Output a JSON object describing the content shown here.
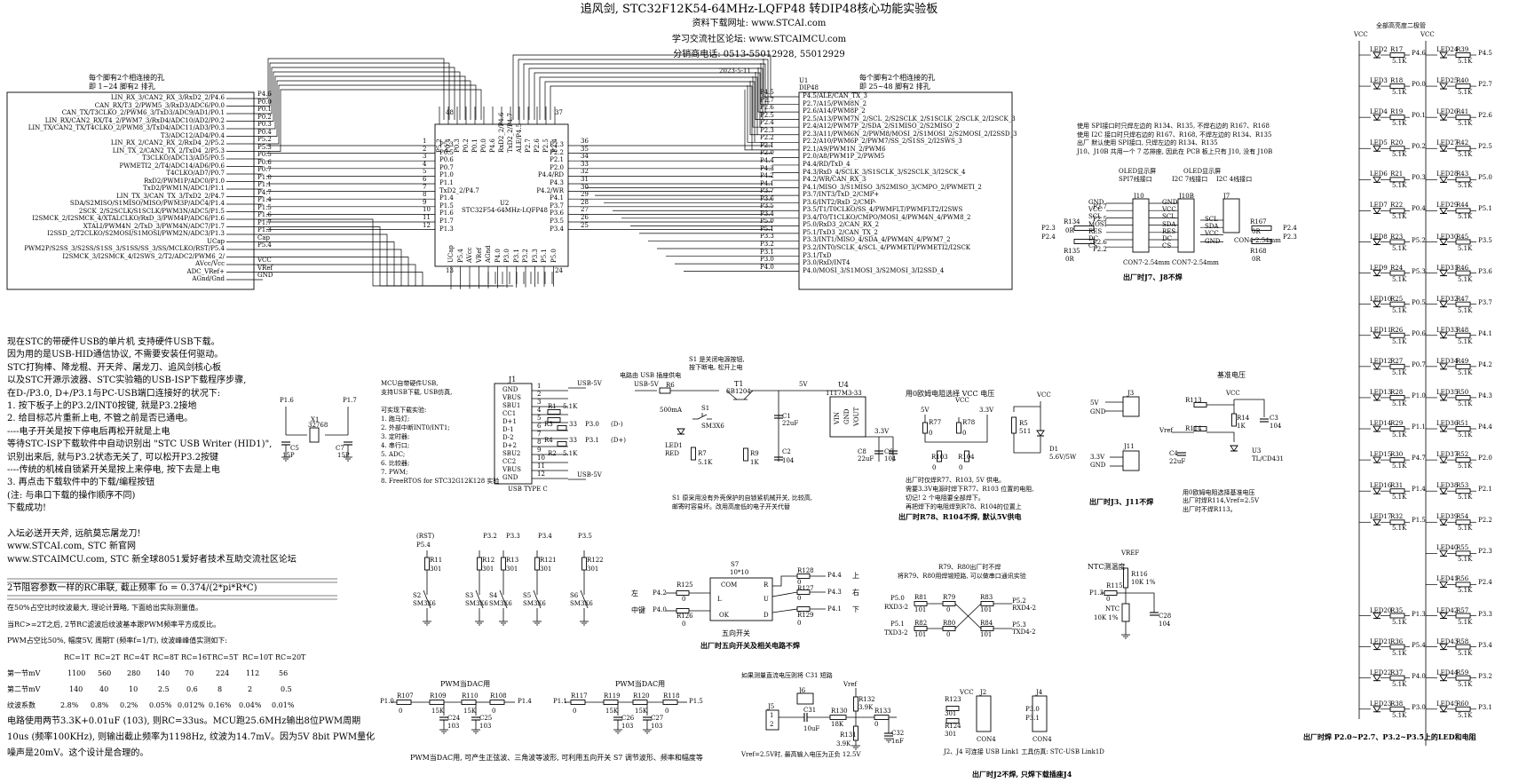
{
  "header": {
    "title": "追风剑, STC32F12K54-64MHz-LQFP48 转DIP48核心功能实验板",
    "download": "资料下载网址: www.STCAI.com",
    "forum": "学习交流社区论坛: www.STCAIMCU.com",
    "phone": "分销商电话: 0513-55012928, 55012929",
    "date": "2023-5-11"
  },
  "left_header": {
    "line1": "每个脚有2个相连接的孔",
    "line2": "即 1~24 脚有2 排孔"
  },
  "right_header": {
    "line1": "每个脚有2个相连接的孔",
    "line2": "即 25~48 脚有2 排孔",
    "u1": "U1",
    "dip": "DIP48"
  },
  "left_pin_labels": [
    "LIN_RX_3/CAN2_RX_3/RxD2_2/P4.6",
    "CAN_RX/T3_2/PWM5_3/RxD3/ADC6/P0.0",
    "CAN_TX/T3CLKO_2/PWM6_3/TxD3/ADC9/AD1/P0.1",
    "LIN_RX/CAN2_RX/T4_2/PWM7_3/RxD4/ADC10/AD2/P0.2",
    "LIN_TX/CAN2_TX/T4CLKO_2/PWM8_3/TxD4/ADC11/AD3/P0.3",
    "T3/ADC12/AD4/P0.4",
    "LIN_RX_2/CAN2_RX_2/RxD4_2/P5.2",
    "LIN_TX_2/CAN2_TX_2/TxD4_2/P5.3",
    "T3CLKO/ADC13/AD5/P0.5",
    "PWMETI2_2/T4/ADC14/AD6/P0.6",
    "T4CLKO/AD7/P0.7",
    "RxD2/PWM1P/ADC0/P1.0",
    "TxD2/PWM1N/ADC1/P1.1",
    "LIN_TX_3/CAN_TX_3/TxD2_2/P4.7",
    "SDA/S2MISO/S1MISO/MISO/PWM3P/ADC4/P1.4",
    "2SCK_2/S2SCLK/S1SCLK/PWM3N/ADC5/P1.5",
    "I2SMCK_2/I2SMCK_4/XTALCLKO/RxD_3/PWM4P/ADC6/P1.6",
    "XTALI/PWM4N_2/TxD_3/PWM4N/ADC7/P1.7",
    "I2SSD_2/T2CLKO/S2MOSI/S1MOSI/PWM2N/ADC3/P1.3",
    "UCap",
    "PWM2P/S2SS_3/S2SS/S1SS_3/S1SS/SS_3/SS/MCLKO/RST/P5.4",
    "I2SMCK_3/I2SMCK_4/I2SWS_2/T2/ADC2/PWM6_2/",
    "AVcc/Vcc",
    "ADC_VRef+",
    "AGnd/Gnd"
  ],
  "left_net_labels": [
    "P4.6",
    "P0.0",
    "P0.1",
    "P0.2",
    "P0.3",
    "P0.4",
    "P5.2",
    "P5.3",
    "P0.5",
    "P0.6",
    "P0.7",
    "P1.0",
    "P1.1",
    "P4.7",
    "P1.4",
    "P1.5",
    "P1.6",
    "P1.7",
    "P1.3",
    "Cap",
    "P5.4",
    "",
    "VCC",
    "VRef",
    "GND"
  ],
  "right_net_labels": [
    "P4.5",
    "P2.7",
    "P2.6",
    "P2.5",
    "P2.4",
    "P2.3",
    "P2.2",
    "P2.1",
    "P2.0",
    "P4.4",
    "P4.3",
    "P4.2",
    "P4.1",
    "P3.7",
    "P3.6",
    "P3.5",
    "P3.4",
    "P5.0",
    "P5.1",
    "P3.3",
    "P3.2",
    "P3.1",
    "P3.0",
    "P4.0"
  ],
  "right_pin_labels": [
    "P4.5/ALE/CAN_TX_3",
    "P2.7/A15/PWM8N_2",
    "P2.6/A14/PWM8P_2",
    "P2.5/A13/PWM7N_2/SCL_2/S2SCLK_2/S1SCLK_2/SCLK_2/I2SCK_3",
    "P2.4/A12/PWM7P_2/SDA_2/S1MISO_2/S2MISO_2",
    "P2.3/A11/PWM6N_2/PWM8/MOSI_2/S1MOSI_2/S2MOSI_2/I2SSD_3",
    "P2.2/A10/PWM6P_2/PWM7/SS_2/S1SS_2/I2SWS_3",
    "P2.1/A9/PWM1N_2/PWM6",
    "P2.0/A8/PWM1P_2/PWM5",
    "P4.4/RD/TxD_4",
    "P4.3/RxD_4/SCLK_3/S1SCLK_3/S2SCLK_3/I2SCK_4",
    "P4.2/WR/CAN_RX_3",
    "P4.1/MISO_3/S1MISO_3/S2MISO_3/CMPO_2/PWMETI_2",
    "P3.7/INT3/TxD_2/CMP+",
    "P3.6/INT2/RxD_2/CMP-",
    "P3.5/T1/T0CLKO/SS_4/PWMFLT/PWMFLT2/I2SWS",
    "P3.4/T0/T1CLKO/CMPO/MOSI_4/PWM4N_4/PWM8_2",
    "P5.0/RxD3_2/CAN_RX_2",
    "P5.1/TxD3_2/CAN_TX_2",
    "P3.3/INT1/MISO_4/SDA_4/PWM4N_4/PWM7_2",
    "P3.2/INT0/SCLK_4/SCL_4/PWMETI/PWMETI2/I2SCK",
    "P3.1/TxD",
    "P3.0/RxD/INT4",
    "P4.0/MOSI_3/S1MOSI_3/S2MOSI_3/I2SSD_4"
  ],
  "ic": {
    "name": "U2",
    "part": "STC32F54-64MHz-LQFP48",
    "left_pins": [
      "P5.3",
      "P0.5",
      "P0.6",
      "P0.7",
      "P1.0",
      "P1.1",
      "TxD2_2/P4.7",
      "P1.4",
      "P1.5",
      "P1.6",
      "P1.7",
      "P1.3"
    ],
    "left_nums": [
      "1",
      "2",
      "3",
      "4",
      "5",
      "6",
      "7",
      "8",
      "9",
      "10",
      "11",
      "12"
    ],
    "right_pins": [
      "P2.3",
      "P2.2",
      "P2.1",
      "P2.0",
      "P4.4/RD",
      "P4.3",
      "P4.2/WR",
      "P4.1",
      "P3.7",
      "P3.6",
      "P3.5",
      "P3.4"
    ],
    "right_nums": [
      "36",
      "35",
      "34",
      "33",
      "32",
      "31",
      "30",
      "29",
      "28",
      "27",
      "26",
      "25"
    ],
    "top_pins": [
      "P5.2",
      "P0.4",
      "P0.3",
      "P0.2",
      "P0.1",
      "P0.0",
      "P4.6",
      "RxD2_2/P4.6",
      "TxD2_2/P4.7",
      "ALE/P4.5",
      "P2.7",
      "P2.6",
      "P2.5",
      "P2.4"
    ],
    "bottom_pins": [
      "UCap",
      "P5.4",
      "AVcc",
      "VRef",
      "AGnd",
      "P4.0",
      "P3.0",
      "P3.1",
      "P3.2",
      "P3.3",
      "P5.1",
      "P5.0"
    ],
    "top_nums": [
      "48",
      "37"
    ],
    "bottom_nums": [
      "13",
      "24"
    ]
  },
  "usb_notes": [
    "现在STC的带硬件USB的单片机 支持硬件USB下载。",
    "因为用的是USB-HID通信协议, 不需要安装任何驱动。",
    "STC打狗棒、降龙棍、开天斧、屠龙刀、追风剑核心板",
    "以及STC开源示波器、STC实验箱的USB-ISP下载程序步骤,",
    "在D-/P3.0, D+/P3.1与PC-USB端口连接好的状况下:",
    "1. 按下板子上的P3.2/INT0按键, 就是P3.2接地",
    "2. 给目标芯片重新上电, 不管之前是否已通电。",
    "   ----电子开关是按下停电后再松开就是上电",
    "   等待STC-ISP下载软件中自动识别出 \"STC USB Writer (HID1)\",",
    "   识别出来后, 就与P3.2状态无关了, 可以松开P3.2按键",
    "   ----传统的机械自锁紧开关是按上来停电, 按下去是上电",
    "3. 再点击下载软件中的下载/编程按钮",
    "   (注: 与串口下载的操作顺序不同)",
    "下载成功!",
    "",
    "入坛必送开天斧, 远航莫忘屠龙刀!",
    "www.STCAI.com, STC 新官网",
    "www.STCAIMCU.com, STC 新全球8051爱好者技术互助交流社区论坛"
  ],
  "rc_notes": {
    "title": "2节阻容参数一样的RC串联, 截止频率 fo = 0.374/(2*pi*R*C)",
    "l1": "在50%占空比时纹波最大, 理论计算略, 下面给出实际测量值。",
    "l2": "当RC>=2T之后, 2节RC滤波后纹波基本跟PWM频率平方成反比。",
    "l3": "PWM占空比50%, 幅度5V, 周期T (频率f=1/T), 纹波峰峰值实测如下:",
    "headers": [
      "RC=1T",
      "RC=2T",
      "RC=4T",
      "RC=8T",
      "RC=16T",
      "RC=5T",
      "RC=10T",
      "RC=20T"
    ],
    "row1_label": "第一节mV",
    "row1": [
      "1100",
      "560",
      "280",
      "140",
      "70",
      "224",
      "112",
      "56"
    ],
    "row2_label": "第二节mV",
    "row2": [
      "140",
      "40",
      "10",
      "2.5",
      "0.6",
      "8",
      "2",
      "0.5"
    ],
    "row3_label": "纹波系数",
    "row3": [
      "2.8%",
      "0.8%",
      "0.2%",
      "0.05%",
      "0.012%",
      "0.16%",
      "0.04%",
      "0.01%"
    ],
    "l4": "电路使用两节3.3K+0.01uF (103), 则RC=33us。MCU跑25.6MHz输出8位PWM周期",
    "l5": "10us (频率100KHz), 则输出截止频率为1198Hz, 纹波为14.7mV。因为5V 8bit PWM量化",
    "l6": "噪声是20mV。这个设计是合理的。"
  },
  "crystal": {
    "p16": "P1.6",
    "p17": "P1.7",
    "x1": "X1",
    "freq": "32768",
    "c5": "C5",
    "c5v": "15P",
    "c7": "C7",
    "c7v": "15P"
  },
  "usb_conn": {
    "j1": "J1",
    "type": "USB TYPE C",
    "pins": [
      "GND",
      "VBUS",
      "SBU1",
      "CC1",
      "D+1",
      "D-1",
      "D-2",
      "D+2",
      "SBU2",
      "CC2",
      "VBUS",
      "GND"
    ],
    "nums": [
      "1",
      "2",
      "3",
      "4",
      "5",
      "6",
      "7",
      "8",
      "9",
      "10",
      "11",
      "12"
    ],
    "r1": "R1",
    "r1v": "5.1K",
    "r2": "R2",
    "r2v": "5.1K",
    "r3": "R3",
    "r3v": "33",
    "r4": "R4",
    "r4v": "33",
    "p30": "P3.0",
    "p31": "P3.1",
    "dm": "(D-)",
    "dp": "(D+)",
    "usb5v": "USB-5V",
    "note": [
      "MCU自带硬件USB,",
      "支持USB下载, USB仿真,",
      "",
      "可实现下载实验:",
      "1. 跑马灯;",
      "2. 外部中断INT0/INT1;",
      "3. 定时器;",
      "4. 串行口;",
      "5. ADC;",
      "6. 比较器;",
      "7. PWM;",
      "8. FreeRTOS for STC32G12K128 实验"
    ]
  },
  "power": {
    "note1": "电路由 USB 插座供电",
    "usb5v": "USB-5V",
    "r6": "R6",
    "r6v": "500mA",
    "s1note1": "S1 是关闭电源按钮,",
    "s1note2": "按下断电, 松开上电",
    "t1": "T1",
    "t1v": "SB1204",
    "s1": "S1",
    "s1v": "SM3X6",
    "led": "LED1",
    "ledc": "RED",
    "r7": "R7",
    "r7v": "5.1K",
    "r9": "R9",
    "r9v": "1K",
    "c1": "C1",
    "c1v": "22uF",
    "c2": "C2",
    "c2v": "104",
    "u4": "U4",
    "u4v": "1117M3-33",
    "vin": "VIN",
    "vout": "VOUT",
    "gnd": "GND",
    "v5": "5V",
    "v33": "3.3V",
    "c8": "C8",
    "c8v": "22uF",
    "c6": "C6",
    "c6v": "104",
    "bottom1": "S1 原采用没有外壳保护的自锁紧机械开关, 比较高,",
    "bottom2": "邮寄时容易坏。改用高度低的电子开关代替"
  },
  "vcc_select": {
    "title": "用0欧姆电阻选择 VCC 电压",
    "v5": "5V",
    "v33": "3.3V",
    "vcc": "VCC",
    "r77": "R77",
    "r78": "R78",
    "r103": "R103",
    "r104": "R104",
    "zero": "0",
    "notes": [
      "出厂时仅焊R77、R103, 5V 供电。",
      "需要3.3V电源时焊下R77、R103 位置的电阻,",
      "   切记! 2 个电阻要全部焊下。",
      "再把焊下的电阻焊到R78、R104的位置上"
    ],
    "bold": "出厂时R78、R104不焊, 默认5V供电",
    "r5": "R5",
    "r5v": "511",
    "d1": "D1",
    "d1v": "5.6V/5W"
  },
  "j3j11": {
    "j3": "J3",
    "j11": "J11",
    "v5": "5V",
    "gnd": "GND",
    "v33": "3.3V",
    "bold": "出厂时J3、J11不焊"
  },
  "vref": {
    "title": "基准电压",
    "vref": "Vref",
    "vcc": "VCC",
    "r113": "R113",
    "r114": "R114",
    "r14": "R14",
    "r14v": "1K",
    "c3": "C3",
    "c3v": "104",
    "c4": "C4",
    "c4v": "22uF",
    "u3": "U3",
    "u3v": "TL/CD431",
    "note1": "用0欧姆电阻选择基准电压",
    "note2": "出厂时焊R114,Vref=2.5V",
    "note3": "出厂时不焊R113。"
  },
  "oled": {
    "note": [
      "使用 SPI接口时只焊左边的 R134、R135, 不焊右边的 R167、R168",
      "使用 I2C 接口时只焊右边的 R167、R168, 不焊左边的 R134、R135",
      "出厂 默认使用 SPI接口, 只焊左边的 R134、R135",
      "J10、J10B 共用一个 7 芯排座, 因此在 PCB 板上只有 J10, 没有 J10B"
    ],
    "spi_title1": "OLED显示屏",
    "spi_title2": "SPI7线接口",
    "i2c_title1": "OLED显示屏",
    "i2c_title2": "I2C 7线接口",
    "i2c4_title": "I2C 4线接口",
    "j10": "J10",
    "j10b": "J10B",
    "j7": "J7",
    "spi_pins": [
      "GND",
      "VCC",
      "SCL",
      "MOSI",
      "RES",
      "DC",
      "CS"
    ],
    "i2c_pins": [
      "GND",
      "VCC",
      "SCL",
      "SDA",
      "RES",
      "DC",
      "CS"
    ],
    "i2c4_pins": [
      "SCL",
      "SDA",
      "VCC",
      "GND"
    ],
    "r134": "R134",
    "r135": "R135",
    "r167": "R167",
    "r168": "R168",
    "zero": "0R",
    "p23": "P2.3",
    "p24": "P2.4",
    "p25": "P2.5",
    "p26": "P2.6",
    "p27": "P2.7",
    "p22": "P2.2",
    "con7": "CON7-2.54mm",
    "con4": "CON4-2.54mm",
    "bold": "出厂时J7、J8不焊"
  },
  "buttons": {
    "rst": "(RST)",
    "p54": "P5.4",
    "p32": "P3.2",
    "p33": "P3.3",
    "p34": "P3.4",
    "p35": "P3.5",
    "res": [
      "R11",
      "R12",
      "R13",
      "R121",
      "R122"
    ],
    "resv": "301",
    "sw": [
      "S2",
      "S3",
      "S4",
      "S5",
      "S6"
    ],
    "swv": "SM3X6"
  },
  "five_way": {
    "s7": "S7",
    "size": "10*10",
    "title": "五向开关",
    "com": "COM",
    "l": "L",
    "r": "R",
    "u": "U",
    "d": "D",
    "ok": "OK",
    "left": "左",
    "mid": "中键",
    "up": "上",
    "right": "右",
    "down": "下",
    "p42": "P4.2",
    "p40": "P4.0",
    "p44": "P4.4",
    "p43": "P4.3",
    "p41": "P4.1",
    "r125": "R125",
    "r126": "R126",
    "r127": "R127",
    "r128": "R128",
    "r129": "R129",
    "zero": "0",
    "bold": "出厂时五向开关及相关电路不焊"
  },
  "uart": {
    "title1": "R79、R80出厂时不焊",
    "title2": "将R79、R80用焊锡短路, 可以做串口通讯实验",
    "p50": "P5.0",
    "p51": "P5.1",
    "p52": "P5.2",
    "p53": "P5.3",
    "rxd3": "RXD3-2",
    "txd3": "TXD3-2",
    "rxd4": "RXD4-2",
    "txd4": "TXD4-2",
    "r81": "R81",
    "r82": "R82",
    "r79": "R79",
    "r80": "R80",
    "r83": "R83",
    "r84": "R84",
    "v101": "101",
    "zero": "0"
  },
  "ntc": {
    "title": "NTC测温度",
    "vref": "VREF",
    "r116": "R116",
    "r116v": "10K 1%",
    "r115": "R115",
    "r115v": "0",
    "ntc": "NTC",
    "ntcv": "10K 1%",
    "c28": "C28",
    "c28v": "104",
    "p13": "P1.3"
  },
  "pwm_dac": {
    "title1": "PWM当DAC用",
    "title2": "PWM当DAC用",
    "p10": "P1.0",
    "p14": "P1.4",
    "p11": "P1.1",
    "p15": "P1.5",
    "r107": "R107",
    "r109": "R109",
    "r110": "R110",
    "r108": "R108",
    "r117": "R117",
    "r119": "R119",
    "r120": "R120",
    "r118": "R118",
    "zero": "0",
    "v15k": "15K",
    "c24": "C24",
    "c25": "C25",
    "c26": "C26",
    "c27": "C27",
    "v103": "103",
    "bottom": "PWM当DAC用, 可产生正弦波、三角波等波形, 可利用五向开关 S7 调节波形、频率和幅度等"
  },
  "cap_meas": {
    "title": "如果测量直流电压则将 C31 短路",
    "vref": "Vref",
    "j5": "J5",
    "j6": "J6",
    "c31": "C31",
    "c31v": "10uF",
    "r130": "R130",
    "r130v": "18K",
    "r132": "R132",
    "r132v": "3.9K",
    "r131": "R131",
    "r131v": "3.9K",
    "r133": "R133",
    "r133v": "0",
    "c32": "C32",
    "c32v": "1nF",
    "p1": "1",
    "p2": "2",
    "bottom": "Vref=2.5V时, 最高输入电压为正负 12.5V"
  },
  "link": {
    "vcc": "VCC",
    "j2": "J2",
    "j4": "J4",
    "r123": "R123",
    "r124": "R124",
    "v301": "301",
    "p30": "P3.0",
    "p31": "P3.1",
    "con4": "CON4",
    "note": "J2、J4 可连接 USB Link1 工具仿真: STC-USB Link1D",
    "bold": "出厂时J2不焊, 只焊下载插座J4"
  },
  "leds": {
    "title": "全部高亮度二极管",
    "vcc": "VCC",
    "res": "5.1K",
    "col1": [
      {
        "led": "LED2",
        "r": "R17",
        "net": "P4.6"
      },
      {
        "led": "LED3",
        "r": "R18",
        "net": "P0.0"
      },
      {
        "led": "LED4",
        "r": "R19",
        "net": "P0.1"
      },
      {
        "led": "LED5",
        "r": "R20",
        "net": "P0.2"
      },
      {
        "led": "LED6",
        "r": "R21",
        "net": "P0.3"
      },
      {
        "led": "LED7",
        "r": "R22",
        "net": "P0.4"
      },
      {
        "led": "LED8",
        "r": "R23",
        "net": "P5.2"
      },
      {
        "led": "LED9",
        "r": "R24",
        "net": "P5.3"
      },
      {
        "led": "LED10",
        "r": "R25",
        "net": "P0.5"
      },
      {
        "led": "LED11",
        "r": "R26",
        "net": "P0.6"
      },
      {
        "led": "LED12",
        "r": "R27",
        "net": "P0.7"
      },
      {
        "led": "LED13",
        "r": "R28",
        "net": "P1.0"
      },
      {
        "led": "LED14",
        "r": "R29",
        "net": "P1.1"
      },
      {
        "led": "LED15",
        "r": "R30",
        "net": "P4.7"
      },
      {
        "led": "LED16",
        "r": "R31",
        "net": "P1.4"
      },
      {
        "led": "LED17",
        "r": "R32",
        "net": "P1.5"
      },
      {
        "led": "LED20",
        "r": "R35",
        "net": "P1.3"
      },
      {
        "led": "LED21",
        "r": "R36",
        "net": "P5.4"
      },
      {
        "led": "LED22",
        "r": "R37",
        "net": "P4.0"
      },
      {
        "led": "LED23",
        "r": "R38",
        "net": "P3.0"
      }
    ],
    "col2": [
      {
        "led": "LED24",
        "r": "R39",
        "net": "P4.5"
      },
      {
        "led": "LED25",
        "r": "R40",
        "net": "P2.7"
      },
      {
        "led": "LED26",
        "r": "R41",
        "net": "P2.6"
      },
      {
        "led": "LED27",
        "r": "R42",
        "net": "P2.5"
      },
      {
        "led": "LED28",
        "r": "R43",
        "net": "P5.0"
      },
      {
        "led": "LED29",
        "r": "R44",
        "net": "P5.1"
      },
      {
        "led": "LED30",
        "r": "R45",
        "net": "P3.5"
      },
      {
        "led": "LED31",
        "r": "R46",
        "net": "P3.6"
      },
      {
        "led": "LED32",
        "r": "R47",
        "net": "P3.7"
      },
      {
        "led": "LED33",
        "r": "R48",
        "net": "P4.1"
      },
      {
        "led": "LED34",
        "r": "R49",
        "net": "P4.2"
      },
      {
        "led": "LED35",
        "r": "R50",
        "net": "P4.3"
      },
      {
        "led": "LED36",
        "r": "R51",
        "net": "P4.4"
      },
      {
        "led": "LED37",
        "r": "R52",
        "net": "P2.0"
      },
      {
        "led": "LED38",
        "r": "R53",
        "net": "P2.1"
      },
      {
        "led": "LED39",
        "r": "R54",
        "net": "P2.2"
      },
      {
        "led": "LED40",
        "r": "R55",
        "net": "P2.3"
      },
      {
        "led": "LED41",
        "r": "R56",
        "net": "P2.4"
      },
      {
        "led": "LED42",
        "r": "R57",
        "net": "P3.3"
      },
      {
        "led": "LED43",
        "r": "R58",
        "net": "P3.4"
      },
      {
        "led": "LED44",
        "r": "R59",
        "net": "P3.2"
      },
      {
        "led": "LED45",
        "r": "R60",
        "net": "P3.1"
      }
    ],
    "bold": "出厂时焊 P2.0~P2.7、P3.2~P3.5上的LED和电阻"
  }
}
